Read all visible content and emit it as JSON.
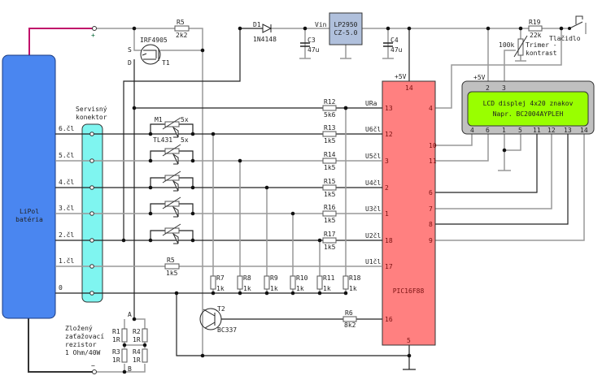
{
  "battery": {
    "label_line1": "LiPol",
    "label_line2": "batéria"
  },
  "terminals": {
    "plus": "+",
    "minus": "−"
  },
  "connector": {
    "title_line1": "Servisný",
    "title_line2": "konektor",
    "rows": [
      "6.čl",
      "5.čl",
      "4.čl",
      "3.čl",
      "2.čl",
      "1.čl",
      "0"
    ]
  },
  "mosfet": {
    "ref": "T1",
    "part": "IRF4905",
    "source": "S",
    "drain": "D"
  },
  "r5_top": {
    "ref": "R5",
    "value": "2k2"
  },
  "diode": {
    "ref": "D1",
    "part": "1N4148"
  },
  "regulator": {
    "line1": "LP2950",
    "line2": "CZ-5.0",
    "input_label": "Vin"
  },
  "c3": {
    "ref": "C3",
    "value": "47u"
  },
  "c4": {
    "ref": "C4",
    "value": "47u"
  },
  "trimmer": {
    "value": "100k",
    "label_line1": "Trimer -",
    "label_line2": "kontrast"
  },
  "r19": {
    "ref": "R19",
    "value": "22k"
  },
  "button": {
    "label": "Tlačidlo"
  },
  "shunts": {
    "ref": "M1",
    "part": "TL431",
    "count1": "5x",
    "count2": "5x"
  },
  "series_resistors": [
    {
      "ref": "R12",
      "value": "5k6",
      "signal": "URa",
      "pin": "13"
    },
    {
      "ref": "R13",
      "value": "1k5",
      "signal": "U6čl",
      "pin": "12"
    },
    {
      "ref": "R14",
      "value": "1k5",
      "signal": "U5čl",
      "pin": "3"
    },
    {
      "ref": "R15",
      "value": "1k5",
      "signal": "U4čl",
      "pin": "2"
    },
    {
      "ref": "R16",
      "value": "1k5",
      "signal": "U3čl",
      "pin": "1"
    },
    {
      "ref": "R17",
      "value": "1k5",
      "signal": "U2čl",
      "pin": "18"
    }
  ],
  "r5_cell1": {
    "ref": "R5",
    "value": "1k5",
    "signal": "U1čl",
    "pin": "17"
  },
  "divider_resistors": [
    {
      "ref": "R7",
      "value": "1k"
    },
    {
      "ref": "R8",
      "value": "1k"
    },
    {
      "ref": "R9",
      "value": "1k"
    },
    {
      "ref": "R10",
      "value": "1k"
    },
    {
      "ref": "R11",
      "value": "1k"
    },
    {
      "ref": "R18",
      "value": "1k"
    }
  ],
  "t2": {
    "ref": "T2",
    "part": "BC337"
  },
  "r6": {
    "ref": "R6",
    "value": "8k2",
    "pin": "16"
  },
  "pic": {
    "part": "PIC16F88",
    "supply_label": "+5V",
    "vdd_pin": "14",
    "vss_pin": "5",
    "right_pins": [
      "4",
      "10",
      "11",
      "6",
      "7",
      "8",
      "9"
    ]
  },
  "lcd": {
    "line1": "LCD displej 4x20 znakov",
    "line2": "Napr. BC2004AYPLEH",
    "supply_label": "+5V",
    "top_pins": [
      "2",
      "3"
    ],
    "bottom_pins": [
      "4",
      "6",
      "1",
      "5",
      "11",
      "12",
      "13",
      "14"
    ]
  },
  "load": {
    "label_lines": [
      "Zložený",
      "zaťažovací",
      "rezistor",
      "1 Ohm/40W"
    ],
    "node_a": "A",
    "node_b": "B",
    "resistors": [
      {
        "ref": "R1",
        "value": "1R"
      },
      {
        "ref": "R2",
        "value": "1R"
      },
      {
        "ref": "R3",
        "value": "1R"
      },
      {
        "ref": "R4",
        "value": "1R"
      }
    ]
  },
  "colors": {
    "battery": "#4a86f0",
    "connector": "#7ff5f0",
    "pic": "#ff8080",
    "regulator": "#b0c0dc",
    "lcd_frame": "#c0c0c0",
    "lcd_screen": "#99ff00",
    "battery_plus_wire": "#c0106a"
  }
}
